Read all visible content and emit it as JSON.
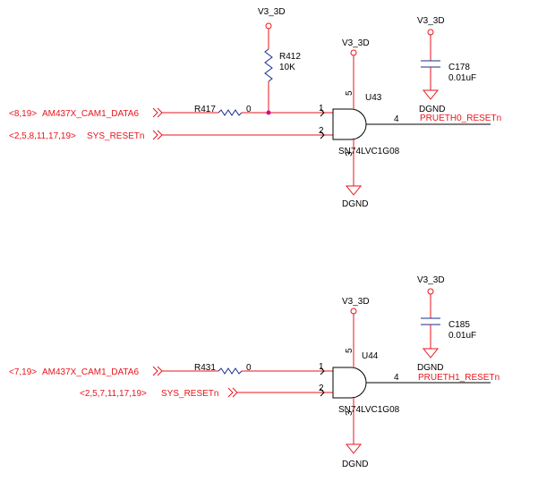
{
  "power_net": "V3_3D",
  "ground_net": "DGND",
  "pullup": {
    "ref": "R412",
    "value": "10K"
  },
  "circuits": [
    {
      "input_a": {
        "refs": "<8,19>",
        "net": "AM437X_CAM1_DATA6"
      },
      "input_b": {
        "refs": "<2,5,8,11,17,19>",
        "net": "SYS_RESETn"
      },
      "series_resistor": {
        "ref": "R417",
        "value": "0"
      },
      "gate": {
        "ref": "U43",
        "part": "SN74LVC1G08",
        "pin_a": "1",
        "pin_b": "2",
        "pin_vcc": "5",
        "pin_gnd": "3",
        "pin_out": "4"
      },
      "output_net": "PRUETH0_RESETn",
      "capacitor": {
        "ref": "C178",
        "value": "0.01uF"
      }
    },
    {
      "input_a": {
        "refs": "<7,19>",
        "net": "AM437X_CAM1_DATA6"
      },
      "input_b": {
        "refs": "<2,5,7,11,17,19>",
        "net": "SYS_RESETn"
      },
      "series_resistor": {
        "ref": "R431",
        "value": "0"
      },
      "gate": {
        "ref": "U44",
        "part": "SN74LVC1G08",
        "pin_a": "1",
        "pin_b": "2",
        "pin_vcc": "5",
        "pin_gnd": "3",
        "pin_out": "4"
      },
      "output_net": "PRUETH1_RESETn",
      "capacitor": {
        "ref": "C185",
        "value": "0.01uF"
      }
    }
  ]
}
